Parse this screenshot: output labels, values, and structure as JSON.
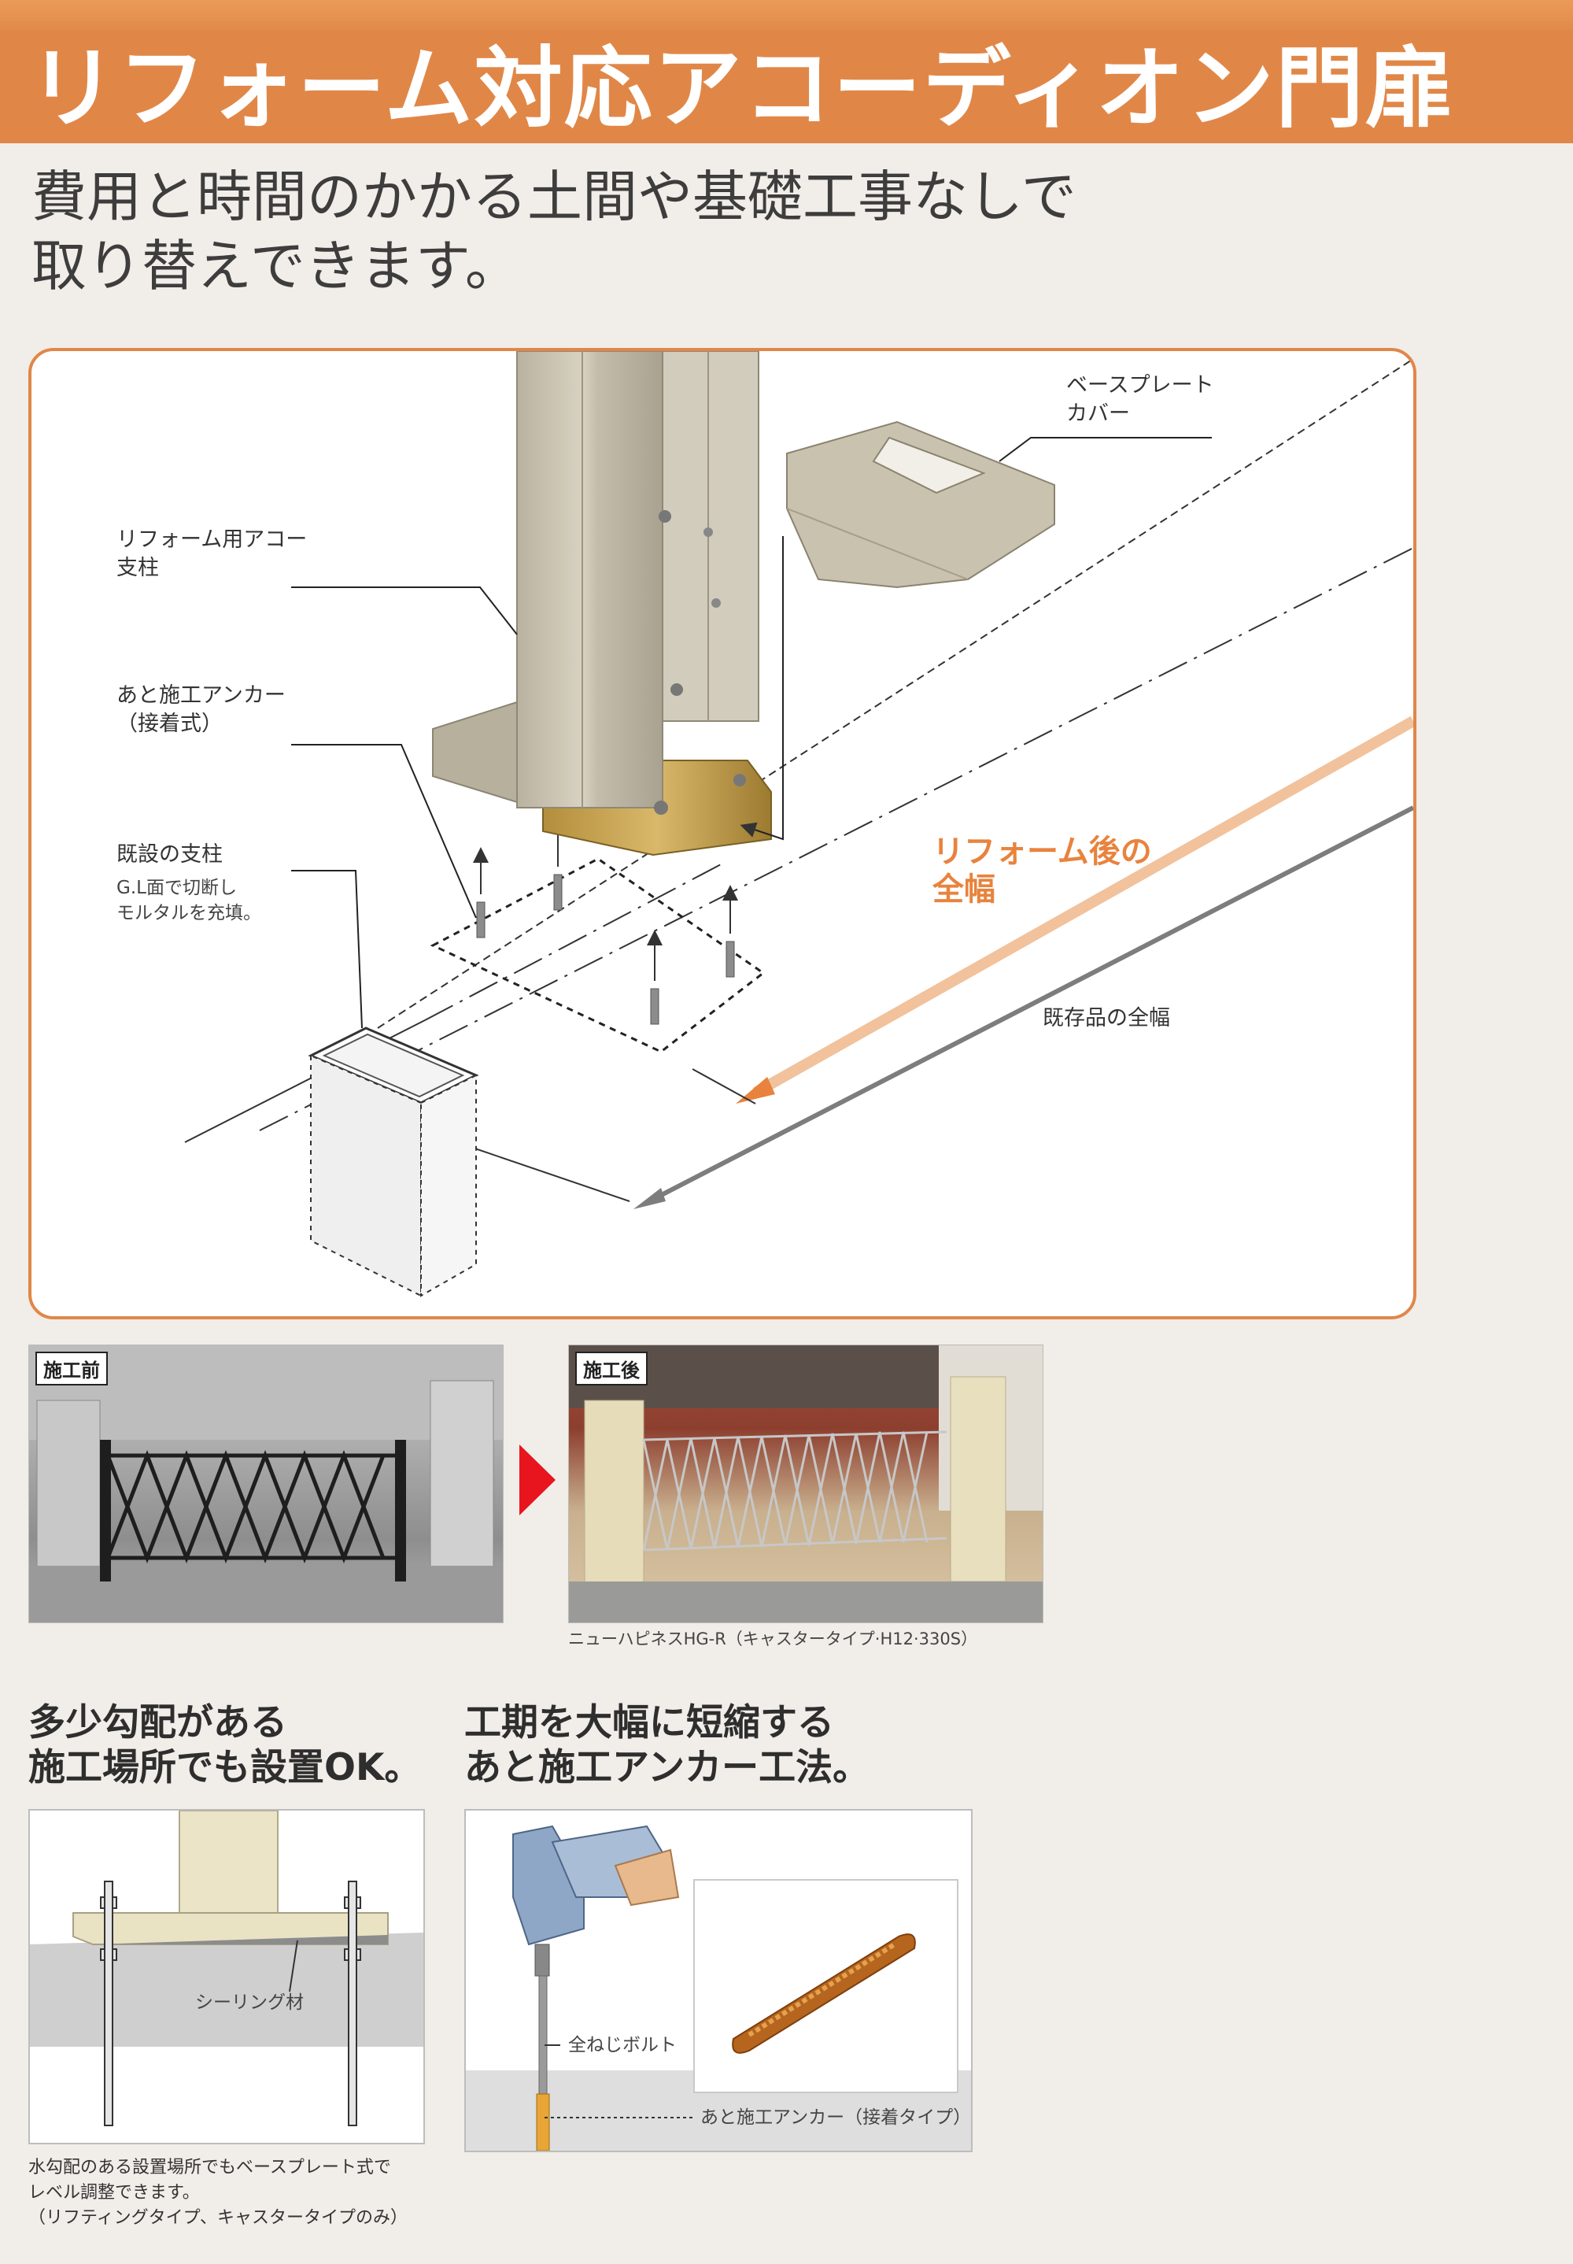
{
  "header": {
    "title": "リフォーム対応アコーディオン門扉",
    "subtitle_line1": "費用と時間のかかる土間や基礎工事なしで",
    "subtitle_line2": "取り替えできます。"
  },
  "diagram": {
    "base_plate_cover": "ベースプレート\nカバー",
    "reform_post": "リフォーム用アコー\n支柱",
    "anchor": "あと施工アンカー\n（接着式）",
    "existing_post": "既設の支柱",
    "existing_post_note": "G.L面で切断し\nモルタルを充填。",
    "after_width": "リフォーム後の\n全幅",
    "existing_width": "既存品の全幅"
  },
  "photos": {
    "before_tag": "施工前",
    "after_tag": "施工後",
    "after_caption": "ニューハピネスHG-R（キャスタータイプ·H12·330S）"
  },
  "features": {
    "slope_heading": "多少勾配がある\n施工場所でも設置OK。",
    "slope_sealing": "シーリング材",
    "slope_note": "水勾配のある設置場所でもベースプレート式で\nレベル調整できます。\n（リフティングタイプ、キャスタータイプのみ）",
    "anchor_heading": "工期を大幅に短縮する\nあと施工アンカー工法。",
    "anchor_bolt": "全ねじボルト",
    "anchor_type": "あと施工アンカー（接着タイプ）"
  },
  "colors": {
    "accent_orange": "#e08748",
    "label_orange": "#e8833d",
    "post_beige": "#c9c3b3",
    "arrow_red": "#e8141e"
  }
}
